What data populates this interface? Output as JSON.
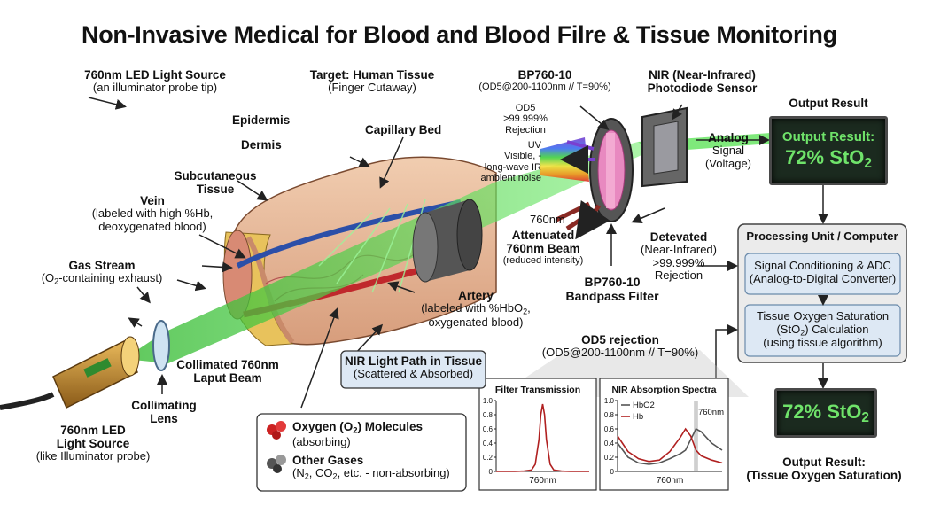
{
  "title": "Non-Invasive Medical for Blood and Blood Filre & Tissue Monitoring",
  "source": {
    "label": "760nm LED Light Source",
    "sub": "(an illuminator probe tip)"
  },
  "target": {
    "label": "Target: Human Tissue",
    "sub": "(Finger Cutaway)"
  },
  "filter_top": {
    "label": "BP760-10",
    "sub": "(OD5@200-1100nm // T=90%)"
  },
  "sensor": {
    "label": "NIR (Near-Infrared)",
    "label2": "Photodiode Sensor"
  },
  "output_top": {
    "label": "Output Result",
    "screen_line1": "Output Result:",
    "screen_line2": "72% StO",
    "screen_sub": "2"
  },
  "tissue_layers": {
    "epidermis": "Epidermis",
    "dermis": "Dermis",
    "subcutaneous1": "Subcutaneous",
    "subcutaneous2": "Tissue"
  },
  "capillary": "Capillary Bed",
  "od5_note": {
    "l1": "OD5",
    "l2": ">99.999%",
    "l3": "Rejection"
  },
  "noise": {
    "l1": "UV",
    "l2": "Visible, -",
    "l3": "long-wave IR",
    "l4": "ambient noise"
  },
  "beam_760": "760nm",
  "analog": {
    "l1": "Analog",
    "l2": "Signal",
    "l3": "(Voltage)"
  },
  "vein": {
    "label": "Vein",
    "l2": "(labeled with high %Hb,",
    "l3": "deoxygenated blood)"
  },
  "gas_stream": {
    "label": "Gas Stream",
    "sub_pre": "(O",
    "sub_sub": "2",
    "sub_post": "-containing exhaust)"
  },
  "attenuated": {
    "l1": "Attenuated",
    "l2": "760nm Beam",
    "l3": "(reduced intensity)"
  },
  "detevated": {
    "l1": "Detevated",
    "l2": "(Near-Infrared)",
    "l3": ">99.999%",
    "l4": "Rejection"
  },
  "bp_filter": {
    "l1": "BP760-10",
    "l2": "Bandpass Filter"
  },
  "artery": {
    "label": "Artery",
    "l2_pre": "(labeled with %HbO",
    "l2_sub": "2",
    "l2_post": ",",
    "l3": "oxygenated blood)"
  },
  "processing": {
    "header": "Processing Unit / Computer",
    "box1_l1": "Signal Conditioning & ADC",
    "box1_l2": "(Analog-to-Digital Converter)",
    "box2_l1": "Tissue Oxygen Saturation",
    "box2_l2_pre": "(StO",
    "box2_l2_sub": "2",
    "box2_l2_post": ") Calculation",
    "box2_l3": "(using tissue algorithm)"
  },
  "od5_rejection": {
    "l1": "OD5 rejection",
    "l2": "(OD5@200-1100nm // T=90%)"
  },
  "collimated": {
    "l1": "Collimated 760nm",
    "l2": "Laput Beam"
  },
  "nir_path": {
    "l1": "NIR Light Path in Tissue",
    "l2": "(Scattered & Absorbed)"
  },
  "collimating": {
    "l1": "Collimating",
    "l2": "Lens"
  },
  "led_bottom": {
    "l1": "760nm LED",
    "l2": "Light Source",
    "l3": "(like Illuminator probe)"
  },
  "legend": {
    "o2_pre": "Oxygen (O",
    "o2_sub": "2",
    "o2_post": ") Molecules",
    "o2_sub_label": "(absorbing)",
    "other": "Other Gases",
    "other_sub_pre": "(N",
    "other_sub_a": "2",
    "other_sub_mid": ", CO",
    "other_sub_b": "2",
    "other_sub_post": ", etc. - non-absorbing)"
  },
  "output_bottom": {
    "screen_pre": "72% StO",
    "screen_sub": "2",
    "l1": "Output Result:",
    "l2": "(Tissue Oxygen Saturation)"
  },
  "colors": {
    "beam": "#3fd13a",
    "artery": "#c0282c",
    "vein": "#2c4fa8",
    "screen_text": "#6fe36a",
    "panel_bg": "#ebebeb"
  },
  "chart_data": [
    {
      "type": "line",
      "title": "Filter Transmission",
      "xlabel": "760nm",
      "ylim": [
        0,
        1.0
      ],
      "yticks": [
        "0",
        "0.2",
        "0.4",
        "0.6",
        "0.8",
        "1.0"
      ],
      "x": [
        0,
        0.1,
        0.2,
        0.3,
        0.38,
        0.42,
        0.46,
        0.48,
        0.5,
        0.52,
        0.54,
        0.58,
        0.62,
        0.7,
        0.8,
        0.9,
        1.0
      ],
      "series": [
        {
          "values": [
            0,
            0,
            0,
            0.005,
            0.02,
            0.1,
            0.45,
            0.8,
            0.95,
            0.8,
            0.45,
            0.1,
            0.02,
            0.005,
            0,
            0,
            0
          ]
        }
      ]
    },
    {
      "type": "line",
      "title": "NIR Absorption Spectra",
      "xlabel": "760nm",
      "annotation": "760nm",
      "ylim": [
        0,
        1.0
      ],
      "yticks": [
        "0",
        "0.2",
        "0.4",
        "0.6",
        "0.8",
        "1.0"
      ],
      "x": [
        0,
        0.1,
        0.2,
        0.3,
        0.4,
        0.5,
        0.6,
        0.65,
        0.7,
        0.75,
        0.8,
        0.9,
        1.0
      ],
      "series": [
        {
          "name": "HbO2",
          "values": [
            0.4,
            0.2,
            0.12,
            0.1,
            0.12,
            0.18,
            0.25,
            0.3,
            0.45,
            0.6,
            0.56,
            0.4,
            0.3
          ]
        },
        {
          "name": "Hb",
          "values": [
            0.5,
            0.28,
            0.18,
            0.14,
            0.16,
            0.28,
            0.48,
            0.6,
            0.5,
            0.3,
            0.22,
            0.16,
            0.12
          ]
        }
      ],
      "highlight_band": [
        0.73,
        0.77
      ]
    }
  ]
}
